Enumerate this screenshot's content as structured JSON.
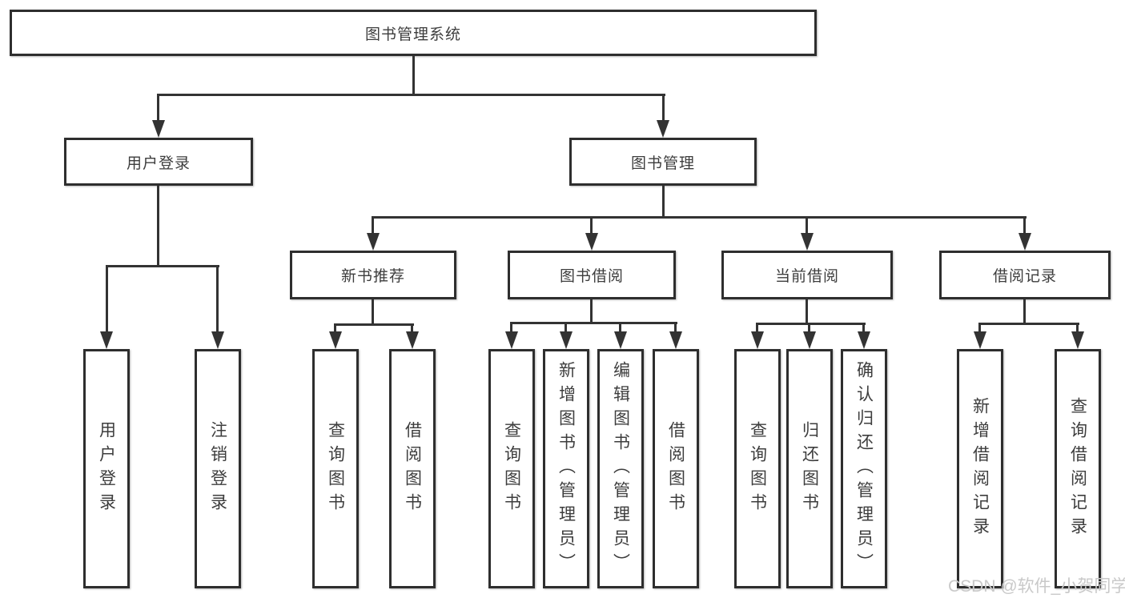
{
  "watermark": "CSDN @软件_小贺同学",
  "colors": {
    "line": "#333333",
    "box_border": "#2e2e2e",
    "text": "#3d3d3d",
    "background": "#ffffff",
    "watermark": "#c9c9c9"
  },
  "tree": {
    "label": "图书管理系统",
    "children": [
      {
        "label": "用户登录",
        "children": [
          {
            "label": "用户登录"
          },
          {
            "label": "注销登录"
          }
        ]
      },
      {
        "label": "图书管理",
        "children": [
          {
            "label": "新书推荐",
            "children": [
              {
                "label": "查询图书"
              },
              {
                "label": "借阅图书"
              }
            ]
          },
          {
            "label": "图书借阅",
            "children": [
              {
                "label": "查询图书"
              },
              {
                "label": "新增图书（管理员）"
              },
              {
                "label": "编辑图书（管理员）"
              },
              {
                "label": "借阅图书"
              }
            ]
          },
          {
            "label": "当前借阅",
            "children": [
              {
                "label": "查询图书"
              },
              {
                "label": "归还图书"
              },
              {
                "label": "确认归还（管理员）"
              }
            ]
          },
          {
            "label": "借阅记录",
            "children": [
              {
                "label": "新增借阅记录"
              },
              {
                "label": "查询借阅记录"
              }
            ]
          }
        ]
      }
    ]
  }
}
